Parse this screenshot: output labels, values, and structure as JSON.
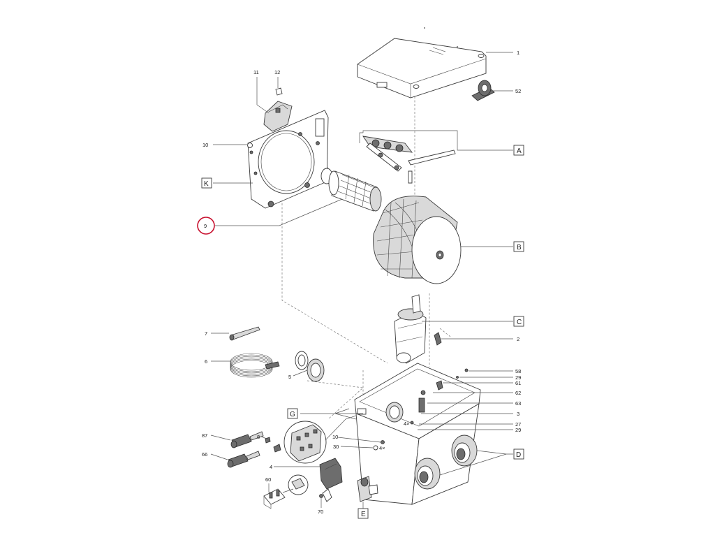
{
  "callouts": {
    "n1": "1",
    "n52": "52",
    "n11": "11",
    "n12": "12",
    "n10": "10",
    "n9": "9",
    "n7": "7",
    "n6": "6",
    "n5": "5",
    "n2": "2",
    "n58": "58",
    "n29": "29",
    "n61": "61",
    "n62": "62",
    "n63": "63",
    "n3": "3",
    "n27": "27",
    "n29b": "29",
    "n10b": "10",
    "n30": "30",
    "n4x": "4×",
    "n4xb": "4×",
    "n8": "8",
    "n87": "87",
    "n66": "66",
    "n4": "4",
    "n60": "60",
    "n70": "70"
  },
  "groups": {
    "A": "A",
    "B": "B",
    "C": "C",
    "D": "D",
    "E": "E",
    "G": "G",
    "K": "K"
  },
  "highlight": {
    "ring_color": "#c8102e"
  }
}
